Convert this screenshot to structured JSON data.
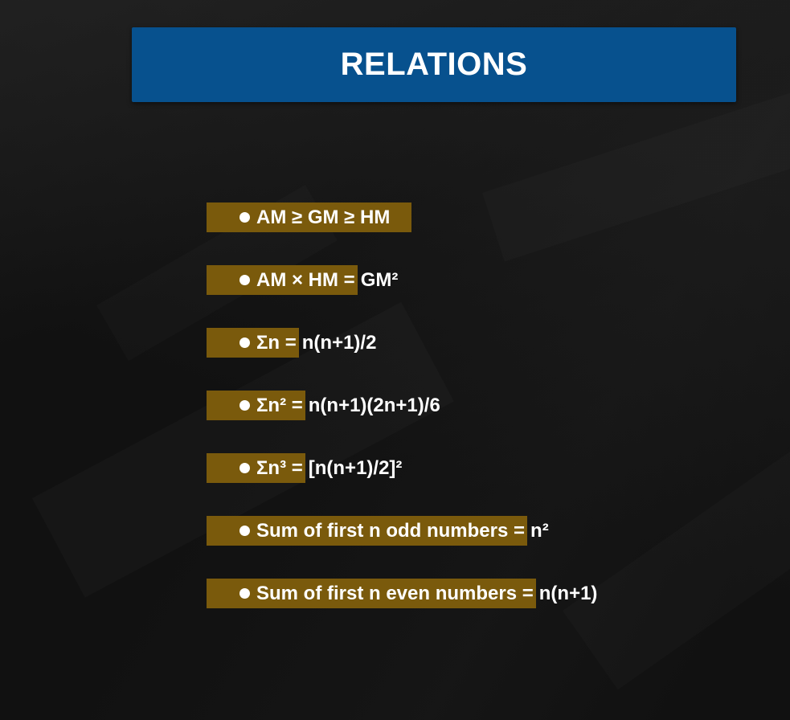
{
  "colors": {
    "header_background": "#07518e",
    "highlight_background": "#7a5a0c",
    "text": "#ffffff",
    "background": "#111111"
  },
  "header": {
    "title": "RELATIONS"
  },
  "relations": [
    {
      "lhs": "AM ≥ GM ≥ HM",
      "rhs": ""
    },
    {
      "lhs": "AM × HM =",
      "rhs": "GM²"
    },
    {
      "lhs": "Σn =",
      "rhs": "n(n+1)/2"
    },
    {
      "lhs": "Σn² =",
      "rhs": "n(n+1)(2n+1)/6"
    },
    {
      "lhs": "Σn³ =",
      "rhs": "[n(n+1)/2]²"
    },
    {
      "lhs": "Sum of first n odd numbers =",
      "rhs": "n²"
    },
    {
      "lhs": "Sum of first n even numbers =",
      "rhs": "n(n+1)"
    }
  ]
}
